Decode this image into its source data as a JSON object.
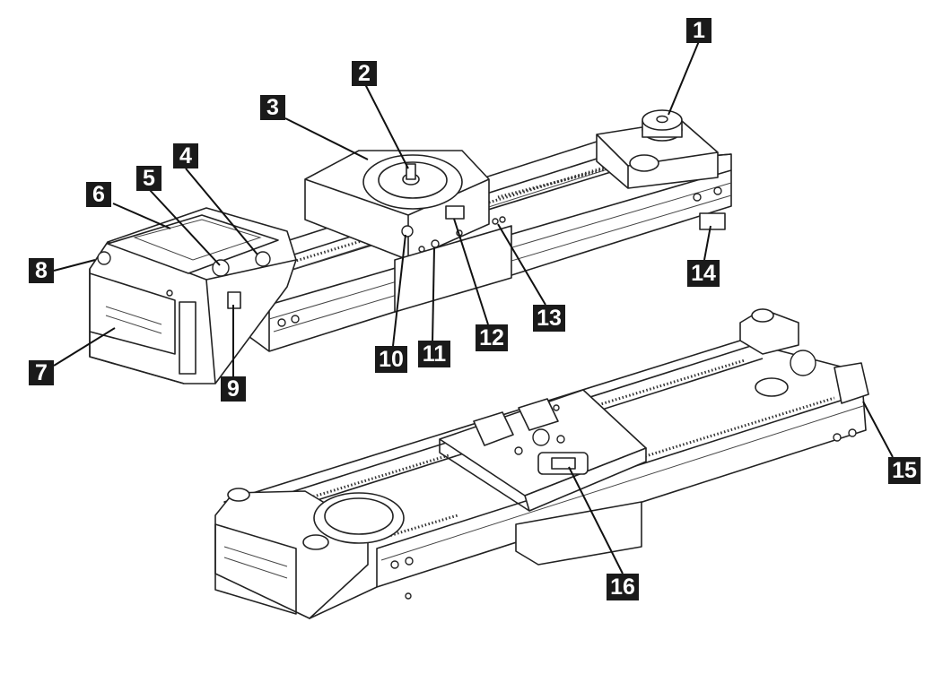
{
  "callouts": [
    {
      "id": "1",
      "text": "1"
    },
    {
      "id": "2",
      "text": "2"
    },
    {
      "id": "3",
      "text": "3"
    },
    {
      "id": "4",
      "text": "4"
    },
    {
      "id": "5",
      "text": "5"
    },
    {
      "id": "6",
      "text": "6"
    },
    {
      "id": "7",
      "text": "7"
    },
    {
      "id": "8",
      "text": "8"
    },
    {
      "id": "9",
      "text": "9"
    },
    {
      "id": "10",
      "text": "10"
    },
    {
      "id": "11",
      "text": "11"
    },
    {
      "id": "12",
      "text": "12"
    },
    {
      "id": "13",
      "text": "13"
    },
    {
      "id": "14",
      "text": "14"
    },
    {
      "id": "15",
      "text": "15"
    },
    {
      "id": "16",
      "text": "16"
    }
  ],
  "colors": {
    "label_fill": "#1a1a1a",
    "label_text": "#ffffff",
    "line": "#222222"
  }
}
